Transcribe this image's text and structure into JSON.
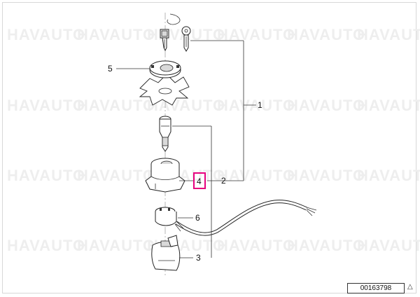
{
  "watermark": "HAVAUTO",
  "callouts": {
    "c1": "1",
    "c2": "2",
    "c3": "3",
    "c4": "4",
    "c5": "5",
    "c6": "6"
  },
  "diagram_code": "00163798",
  "warning_glyph": "△",
  "colors": {
    "highlight": "#e6007e",
    "lines": "#333333",
    "watermark": "#eeeeee"
  }
}
